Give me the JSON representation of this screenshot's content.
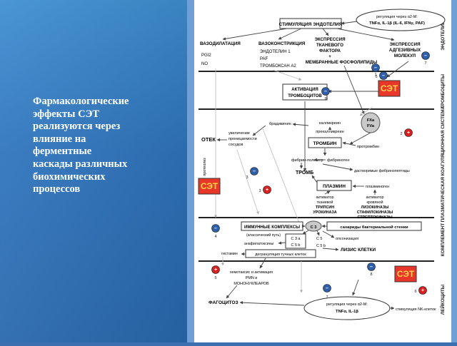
{
  "slide": {
    "text": "Фармакологические\nэффекты СЭТ\nреализуются через\nвлияние на\nферментные\nкаскады различных\nбиохимических\nпроцессов",
    "colors": {
      "left_bg": "#2f74bd",
      "right_bg": "#6e9fd6",
      "text": "#ffffff"
    }
  },
  "diagram": {
    "sections": [
      "ЭНДОТЕЛИЙ",
      "ТРОМБОЦИТЫ",
      "ПЛАЗМАТИЧЕСКАЯ КОАГУЛЯЦИОННАЯ СИСТЕМА",
      "КОМПЛЕМЕНТ",
      "ЛЕЙКОЦИТЫ"
    ],
    "endothelium": {
      "stimulation": "СТИМУЛЯЦИЯ ЭНДОТЕЛИЯ",
      "regulation_top_1": "регуляция через α2-М:",
      "regulation_top_2": "TNFα, IL-1β (IL-6, IFNγ, PAF)",
      "vasodilation": "ВАЗОДИЛАТАЦИЯ",
      "pgi": "PGI2",
      "no": "NO",
      "vasoconstriction": "ВАЗОКОНСТРИКЦИЯ",
      "endothelin": "ЭНДОТЕЛИН 1",
      "paf": "PAF",
      "thromboxane": "ТРОМБОКСАН A2",
      "tissue_factor_1": "ЭКСПРЕССИЯ",
      "tissue_factor_2": "ТКАНЕВОГО",
      "tissue_factor_3": "ФАКТОРА",
      "tissue_factor_4": "+",
      "tissue_factor_5": "МЕМБРАННЫЕ ФОСФОЛИПИДЫ",
      "adhesion_1": "ЭКСПРЕССИЯ",
      "adhesion_2": "АДГЕЗИВНЫХ",
      "adhesion_3": "МОЛЕКУЛ"
    },
    "platelets": {
      "activation_1": "АКТИВАЦИЯ",
      "activation_2": "ТРОМБОЦИТОВ"
    },
    "coagulation": {
      "prekallikrein": "прекалликреин",
      "bradykinin": "брадикинин",
      "kallikrein": "калликреин",
      "fxa_1": "FXa",
      "fxa_2": "FVa",
      "edema": "ОТЕК",
      "permeability_1": "увеличение",
      "permeability_2": "проницаемости",
      "permeability_3": "сосудов",
      "thrombin": "ТРОМБИН",
      "prothrombin": "протромбин",
      "fibrin_polymer": "фибрин-полимер",
      "fibrinogen": "фибриноген",
      "thromb": "ТРОМБ",
      "soluble_peptides": "дастворимые фибринопептиды",
      "plasmin": "ПЛАЗМИН",
      "plasminogen": "плазминоген",
      "proteolysis": "протеолиз",
      "tissue_act_1": "активатор",
      "tissue_act_2": "тканевой",
      "tissue_act_3": "ТРИПСИН",
      "tissue_act_4": "УРОКИНАЗА",
      "blood_act_1": "активатор",
      "blood_act_2": "кровяной",
      "blood_act_3": "ЛИЗОКИНАЗЫ",
      "blood_act_4": "СТАФИЛОКИНАЗЫ",
      "blood_act_5": "СТРЕПТОКИНАЗЫ"
    },
    "complement": {
      "immune_complexes": "ИММУННЫЕ КОМПЛЕКСЫ",
      "classic_path": "(классический путь)",
      "c3": "C 3",
      "sugars": "сахариды бактериальной стенки",
      "c3a_1": "C 3 a",
      "c3a_2": "C 5 b",
      "c5": "C 5",
      "c5b": "C 5 b",
      "opsonization": "опсонизация",
      "anaphylatoxins": "анафилатоксины",
      "lysis": "ЛИЗИС КЛЕТКИ"
    },
    "leukocytes": {
      "histamine": "гистамин",
      "degranulation": "дегрануляция тучных клеток",
      "chemotaxis_1": "хемотаксис и активация",
      "chemotaxis_2": "PMN и",
      "chemotaxis_3": "МОНОНУКЛЕАРОВ",
      "phagocytosis": "ФАГОЦИТОЗ",
      "regulation_bottom_1": "регуляция через α2-М:",
      "regulation_bottom_2": "TNFα, IL-1β",
      "nk": "стимуляция NK-клеток"
    },
    "set_label": "СЭТ",
    "markers": [
      {
        "number": "1",
        "effect": "inhibit"
      },
      {
        "number": "2",
        "effect": "activate"
      },
      {
        "number": "3",
        "effect": "inhibit"
      },
      {
        "number": "3",
        "effect": "activate"
      },
      {
        "number": "4",
        "effect": "inhibit"
      },
      {
        "number": "5",
        "effect": "activate"
      },
      {
        "number": "6",
        "effect": "inhibit"
      },
      {
        "number": "6",
        "effect": "activate"
      },
      {
        "number": "7",
        "effect": "inhibit"
      },
      {
        "number": "7",
        "effect": "inhibit"
      },
      {
        "number": "8",
        "effect": "inhibit"
      },
      {
        "number": "9",
        "effect": "inhibit"
      }
    ],
    "colors": {
      "inhibit": "#2f5fa8",
      "activate": "#d82020",
      "set_box": "#e8372a",
      "set_text": "#ffd54a"
    }
  }
}
